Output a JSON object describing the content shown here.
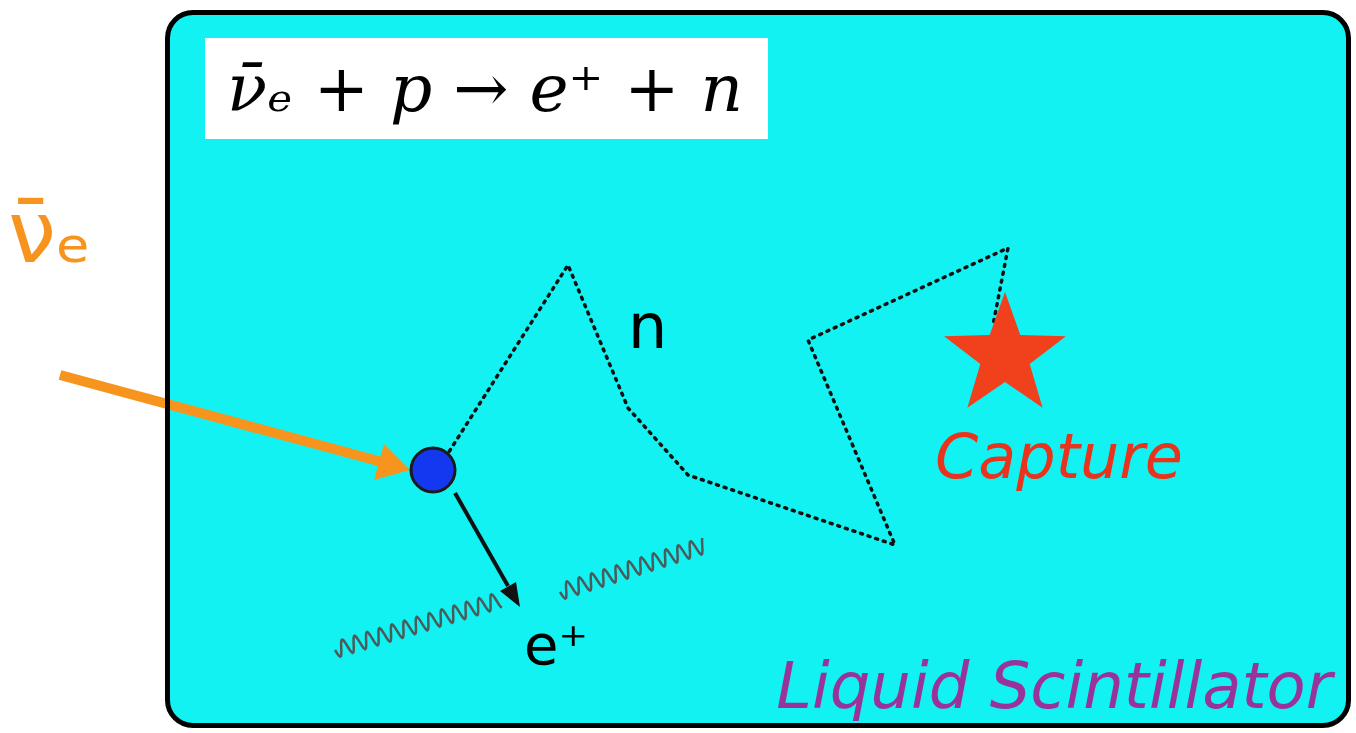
{
  "diagram": {
    "nodes": [
      {
        "text": [
          "Liquid Scintillator"
        ]
      },
      {
        "text": [
          "ν̄ₑ + p → e⁺ + n"
        ],
        "in": 0
      }
    ],
    "labels": [
      "ν̄ₑ",
      "n",
      "e⁺",
      "Capture"
    ]
  }
}
